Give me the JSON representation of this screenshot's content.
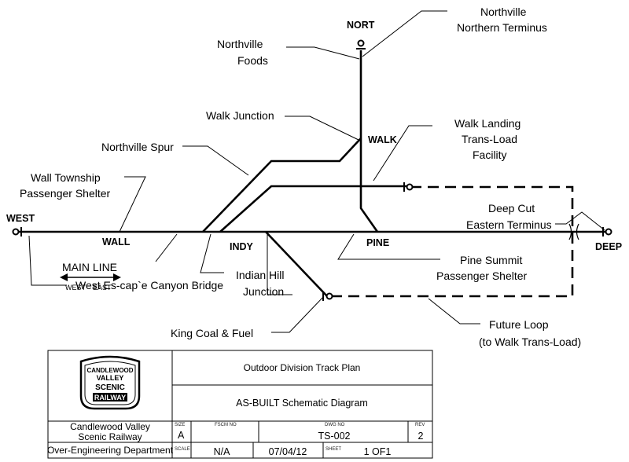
{
  "stations": {
    "west": "WEST",
    "wall": "WALL",
    "indy": "INDY",
    "walk": "WALK",
    "pine": "PINE",
    "deep": "DEEP",
    "nort": "NORT"
  },
  "callouts": {
    "northville_terminus": [
      "Northville",
      "Northern Terminus"
    ],
    "northville_foods": [
      "Northville",
      "Foods"
    ],
    "walk_junction": "Walk Junction",
    "northville_spur": "Northville Spur",
    "wall_township": [
      "Wall Township",
      "Passenger Shelter"
    ],
    "walk_landing": [
      "Walk Landing",
      "Trans-Load",
      "Facility"
    ],
    "deep_cut": [
      "Deep Cut",
      "Eastern Terminus"
    ],
    "pine_summit": [
      "Pine Summit",
      "Passenger Shelter"
    ],
    "indian_hill": [
      "Indian Hill",
      "Junction"
    ],
    "west_bridge": "West Es-cap`e Canyon Bridge",
    "king_coal": "King Coal & Fuel",
    "future_loop": [
      "Future Loop",
      "(to Walk Trans-Load)"
    ]
  },
  "legend": {
    "title": "MAIN LINE",
    "west": "WEST",
    "east": "EAST"
  },
  "title_block": {
    "logo_lines": [
      "CANDLEWOOD",
      "VALLEY",
      "SCENIC",
      "RAILWAY"
    ],
    "title": "Outdoor Division Track Plan",
    "subtitle": "AS-BUILT Schematic Diagram",
    "company_line1": "Candlewood Valley",
    "company_line2": "Scenic Railway",
    "department": "Over-Engineering Department",
    "size_label": "SIZE",
    "size_value": "A",
    "fscm_label": "FSCM NO",
    "dwg_label": "DWG NO",
    "dwg_value": "TS-002",
    "rev_label": "REV",
    "rev_value": "2",
    "scale_label": "SCALE",
    "scale_value": "N/A",
    "date_value": "07/04/12",
    "sheet_label": "SHEET",
    "sheet_value": "1 OF1"
  }
}
